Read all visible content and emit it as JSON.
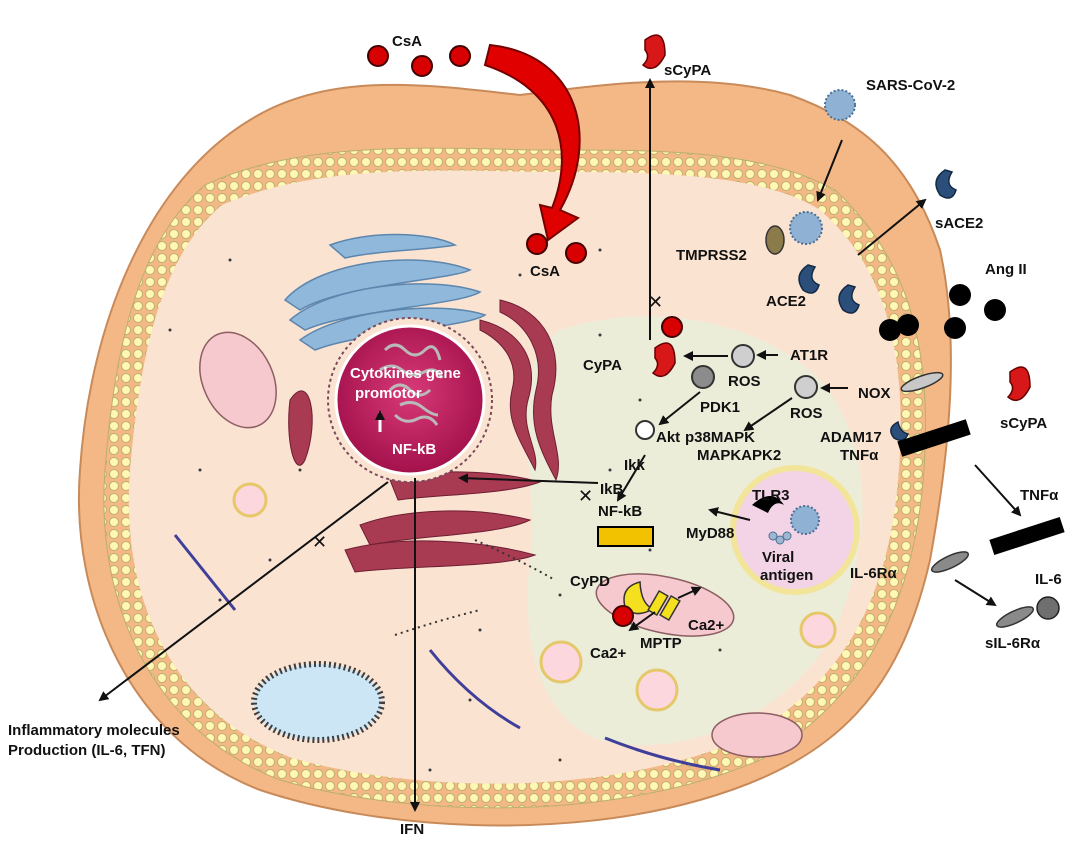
{
  "labels": {
    "csa_top": "CsA",
    "csa_in": "CsA",
    "scypa_top": "sCyPA",
    "sars": "SARS-CoV-2",
    "sace2": "sACE2",
    "tmprss2": "TMPRSS2",
    "ace2": "ACE2",
    "angii": "Ang II",
    "at1r": "AT1R",
    "cypa": "CyPA",
    "ros1": "ROS",
    "ros2": "ROS",
    "nox": "NOX",
    "pdk1": "PDK1",
    "akt": "Akt",
    "p38": "p38MAPK",
    "mapkapk2": "MAPKAPK2",
    "adam17": "ADAM17",
    "tnfa_mem": "TNFα",
    "scypa_right": "sCyPA",
    "tnfa_sol": "TNFα",
    "ikk": "Ikk",
    "ikb": "IkB",
    "nfkb_cyt": "NF-kB",
    "tlr3": "TLR3",
    "myd88": "MyD88",
    "viral1": "Viral",
    "viral2": "antigen",
    "il6ra": "IL-6Rα",
    "il6": "IL-6",
    "sil6ra": "sIL-6Rα",
    "cypd": "CyPD",
    "ca_right": "Ca2+",
    "ca_left": "Ca2+",
    "mptp": "MPTP",
    "promotor1": "Cytokines gene",
    "promotor2": "promotor",
    "nfkb_nuc": "NF-kB",
    "inflam1": "Inflammatory molecules",
    "inflam2": "Production (IL-6, TFN)",
    "ifn": "IFN"
  },
  "colors": {
    "cell_body": "#fbe3d2",
    "cytoplasm": "#e8eedb",
    "membrane_outer": "#f4b887",
    "nucleus": "#c2185b",
    "golgi": "#8fb8da",
    "er": "#a83a52",
    "csa": "#d80000",
    "cypa": "#d81818",
    "ace2": "#2b4f7a",
    "angii": "#000000",
    "nfkb_box": "#f2c200"
  }
}
